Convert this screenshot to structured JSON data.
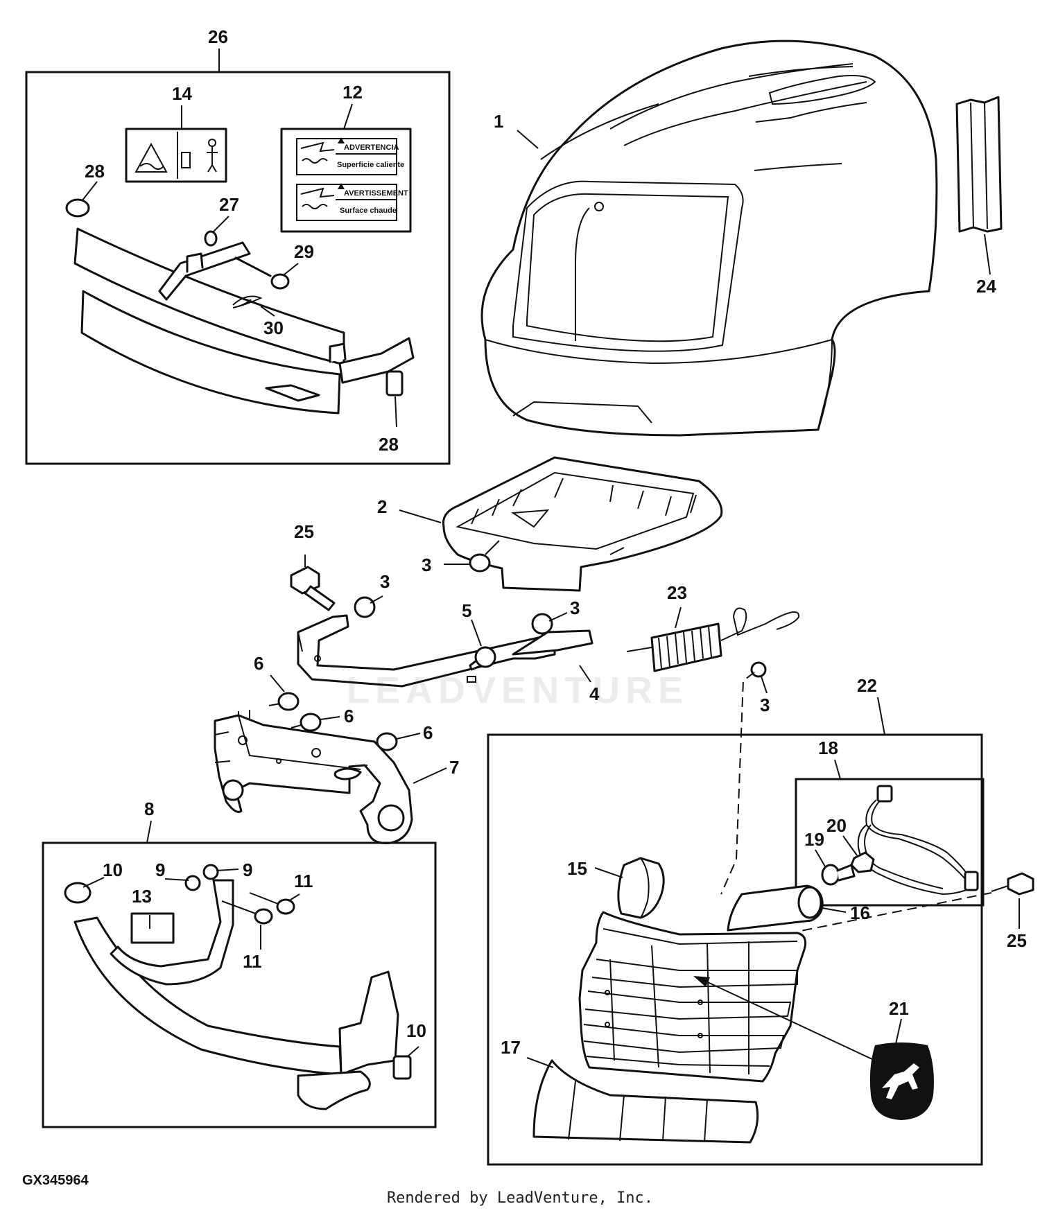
{
  "diagram_id": "GX345964",
  "credit": "Rendered by LeadVenture, Inc.",
  "watermark": "LEADVENTURE",
  "callouts": [
    "1",
    "2",
    "3",
    "4",
    "5",
    "6",
    "7",
    "8",
    "9",
    "10",
    "11",
    "12",
    "13",
    "14",
    "15",
    "16",
    "17",
    "18",
    "19",
    "20",
    "21",
    "22",
    "23",
    "24",
    "25",
    "26",
    "27",
    "28",
    "29",
    "30"
  ],
  "decals": {
    "warning_es_title": "ADVERTENCIA",
    "warning_es_text": "Superficie caliente",
    "warning_fr_title": "AVERTISSEMENT",
    "warning_fr_text": "Surface chaude"
  }
}
